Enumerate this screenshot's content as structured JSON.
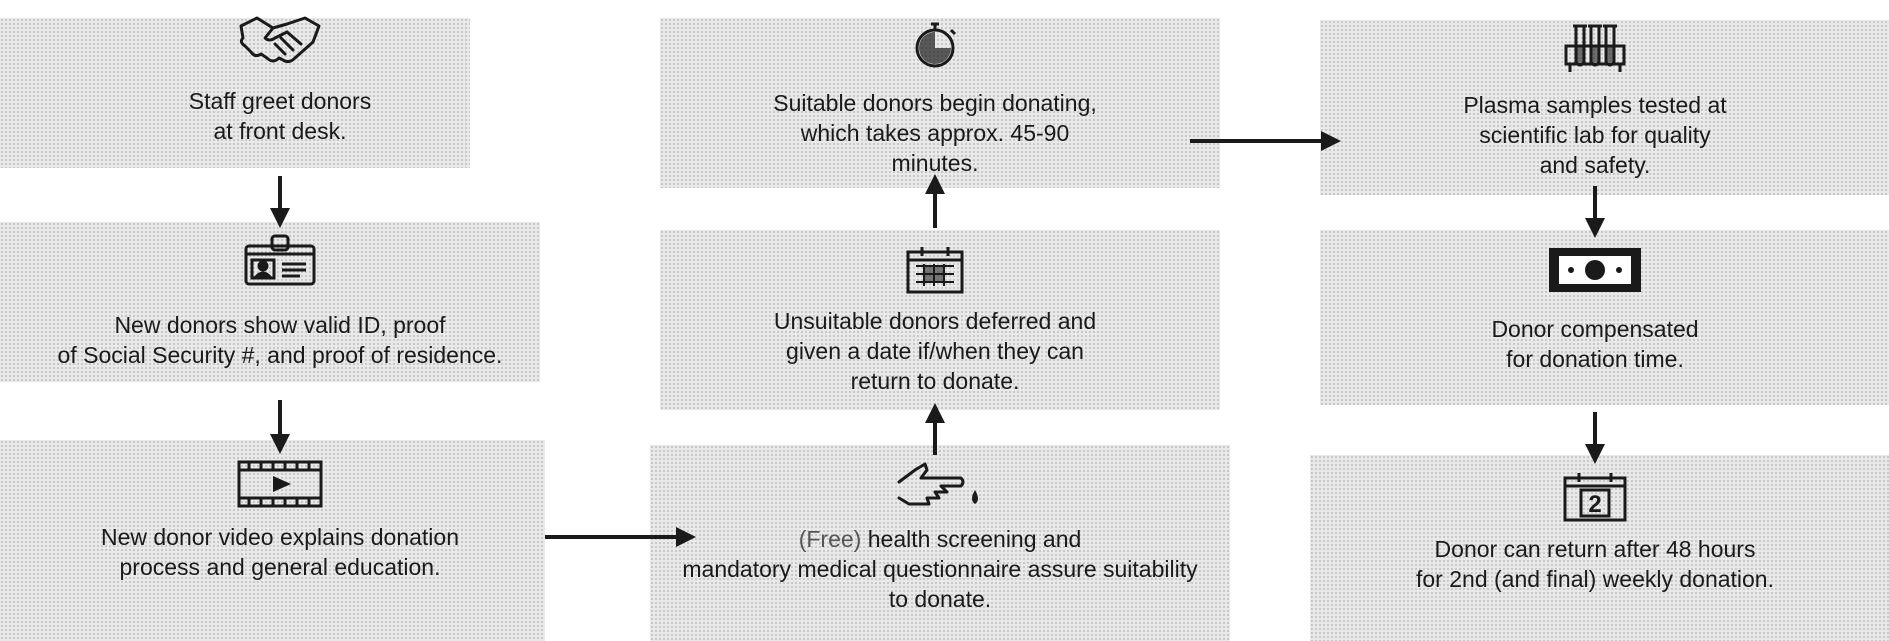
{
  "steps": [
    {
      "text": "Staff greet donors\nat front desk.",
      "icon": "handshake-icon"
    },
    {
      "text": "New donors show valid ID, proof\nof Social Security #, and proof of residence.",
      "icon": "id-card-icon"
    },
    {
      "text": "New donor video explains donation\nprocess and general education.",
      "icon": "video-play-icon"
    },
    {
      "text_prefix": "(Free)",
      "text": " health screening and\nmandatory medical questionnaire assure suitability\nto donate.",
      "icon": "hand-blood-drop-icon"
    },
    {
      "text": "Unsuitable donors deferred and\ngiven a date if/when they can\nreturn to donate.",
      "icon": "calendar-icon"
    },
    {
      "text": "Suitable donors begin donating,\nwhich takes approx. 45-90\nminutes.",
      "icon": "stopwatch-icon"
    },
    {
      "text": "Plasma samples tested at\nscientific lab for quality\nand safety.",
      "icon": "test-tubes-icon"
    },
    {
      "text": "Donor compensated\nfor donation time.",
      "icon": "cash-icon"
    },
    {
      "text": "Donor can return after 48 hours\nfor 2nd (and final) weekly donation.",
      "icon": "calendar-day-icon",
      "calendar_number": "2"
    }
  ],
  "colors": {
    "panel": "#e9e9e9",
    "dots": "#bdbdbd",
    "ink": "#1a1a1a",
    "free_label": "#555555"
  }
}
